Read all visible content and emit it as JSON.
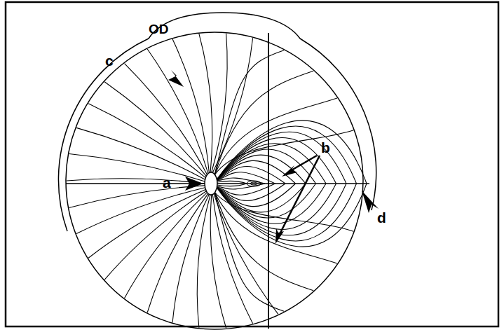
{
  "diagram": {
    "labels": [
      "OD",
      "a",
      "b",
      "c",
      "d"
    ]
  }
}
